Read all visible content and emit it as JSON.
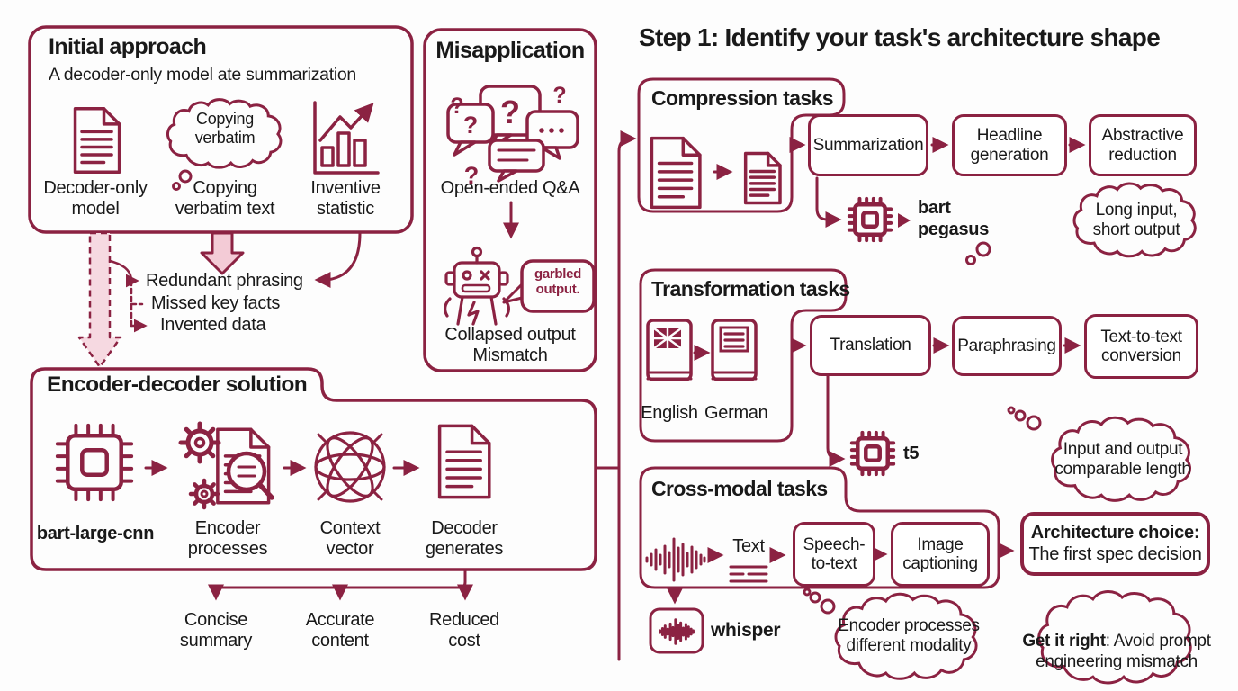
{
  "colors": {
    "maroon": "#8B2242",
    "pink_fill": "#F3CBD6",
    "pink_light": "#F6D9E1",
    "text": "#191919",
    "bg": "#FDFDFD"
  },
  "header": {
    "title": "Step 1: Identify your task's architecture shape"
  },
  "initial": {
    "title": "Initial approach",
    "subtitle": "A decoder-only model ate summarization",
    "bubble": "Copying\nverbatim",
    "items": [
      {
        "icon": "document-icon",
        "label": "Decoder-only\nmodel"
      },
      {
        "icon": "thought-bubble-icon",
        "label": "Copying\nverbatim text"
      },
      {
        "icon": "rising-chart-icon",
        "label": "Inventive\nstatistic"
      }
    ],
    "failures": [
      "Redundant phrasing",
      "Missed key facts",
      "Invented data"
    ]
  },
  "misapplication": {
    "title": "Misapplication",
    "input_label": "Open-ended Q&A",
    "robot_bubble": "garbled\noutput.",
    "result": "Collapsed output\nMismatch"
  },
  "solution": {
    "title": "Encoder-decoder solution",
    "model": "bart-large-cnn",
    "steps": [
      "Encoder\nprocesses",
      "Context\nvector",
      "Decoder\ngenerates"
    ],
    "benefits": [
      "Concise\nsummary",
      "Accurate\ncontent",
      "Reduced\ncost"
    ]
  },
  "compression": {
    "title": "Compression tasks",
    "pipeline": [
      "Summarization",
      "Headline\ngeneration",
      "Abstractive\nreduction"
    ],
    "models": "bart\npegasus",
    "note": "Long input,\nshort output"
  },
  "transformation": {
    "title": "Transformation tasks",
    "source_label": "English",
    "target_label": "German",
    "pipeline": [
      "Translation",
      "Paraphrasing",
      "Text-to-text\nconversion"
    ],
    "model": "t5",
    "note": "Input and output\ncomparable length"
  },
  "crossmodal": {
    "title": "Cross-modal tasks",
    "text_label": "Text",
    "pipeline": [
      "Speech-\nto-text",
      "Image\ncaptioning"
    ],
    "model": "whisper",
    "note": "Encoder processes\ndifferent modality",
    "callout_bold": "Architecture choice:",
    "callout_rest": "The first spec decision",
    "tip_bold": "Get it right",
    "tip_rest": ": Avoid prompt engineering mismatch"
  },
  "icons": {
    "question_mark": "?",
    "ellipsis": "..."
  }
}
